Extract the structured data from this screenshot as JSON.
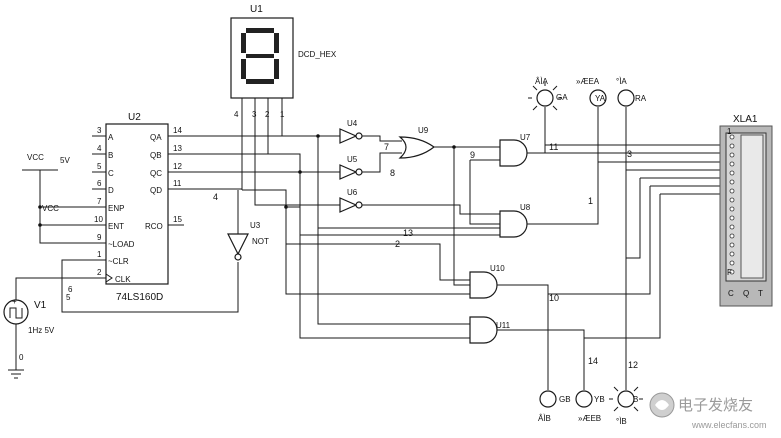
{
  "display": {
    "ref": "U1",
    "label": "DCD_HEX",
    "pins": [
      "4",
      "3",
      "2",
      "1"
    ]
  },
  "counter": {
    "ref": "U2",
    "part": "74LS160D",
    "left_pins": [
      {
        "num": "3",
        "name": "A"
      },
      {
        "num": "4",
        "name": "B"
      },
      {
        "num": "5",
        "name": "C"
      },
      {
        "num": "6",
        "name": "D"
      },
      {
        "num": "7",
        "name": "ENP"
      },
      {
        "num": "10",
        "name": "ENT"
      },
      {
        "num": "9",
        "name": "~LOAD"
      },
      {
        "num": "1",
        "name": "~CLR"
      },
      {
        "num": "2",
        "name": "CLK"
      }
    ],
    "right_pins": [
      {
        "num": "14",
        "name": "QA"
      },
      {
        "num": "13",
        "name": "QB"
      },
      {
        "num": "12",
        "name": "QC"
      },
      {
        "num": "11",
        "name": "QD"
      },
      {
        "num": "15",
        "name": "RCO"
      }
    ]
  },
  "vcc": {
    "label": "VCC",
    "value": "5V",
    "label2": "VCC"
  },
  "source": {
    "ref": "V1",
    "value": "1Hz 5V",
    "pin_minus": "0"
  },
  "not_gate": {
    "ref": "U3",
    "label": "NOT"
  },
  "inverters": [
    "U4",
    "U5",
    "U6"
  ],
  "or_gate": "U9",
  "and_gates": [
    "U7",
    "U8",
    "U10",
    "U11"
  ],
  "analyzer": {
    "ref": "XLA1",
    "rows": [
      "1",
      "",
      "",
      "",
      "",
      "",
      "",
      "",
      "",
      "",
      "",
      "",
      "",
      "",
      "",
      "F"
    ],
    "bottom": [
      "C",
      "Q",
      "T"
    ]
  },
  "probes": {
    "ga": "ÂÌA",
    "ga_tag": "GA",
    "ya": "»ÆEA",
    "ya_tag": "YA",
    "ra": "°ÌA",
    "ra_tag": "RA",
    "gb": "ÂÌB",
    "gb_tag": "GB",
    "yb": "»ÆEB",
    "yb_tag": "YB",
    "rb": "°ÌB",
    "rb_tag": "B"
  },
  "nets": {
    "n4": "4",
    "n7": "7",
    "n8": "8",
    "n9": "9",
    "n11": "11",
    "n3": "3",
    "n1": "1",
    "n13": "13",
    "n2": "2",
    "n10": "10",
    "n14": "14",
    "n12": "12",
    "n6": "6",
    "n5": "5"
  },
  "watermark": {
    "cn": "电子发烧友",
    "url": "www.elecfans.com"
  }
}
